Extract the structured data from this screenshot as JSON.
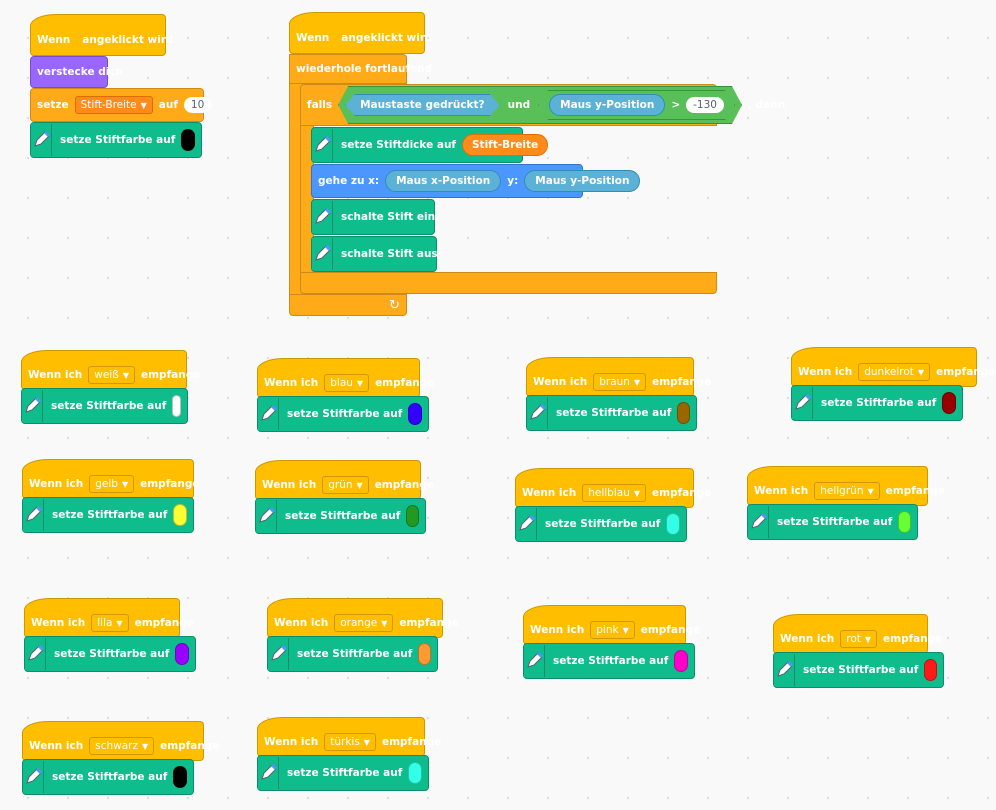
{
  "labels": {
    "when_prefix": "Wenn",
    "flag_clicked": "angeklickt wird",
    "hide": "verstecke dich",
    "set": "setze",
    "to": "auf",
    "set_pen_color": "setze Stiftfarbe auf",
    "forever": "wiederhole fortlaufend",
    "if": "falls",
    "and": "und",
    "then": ", dann",
    "mouse_down": "Maustaste gedrückt?",
    "mouse_y": "Maus y-Position",
    "mouse_x": "Maus x-Position",
    "gt": ">",
    "set_pen_size": "setze Stiftdicke auf",
    "go_to_x": "gehe zu x:",
    "y_label": "y:",
    "pen_down": "schalte Stift ein",
    "pen_up": "schalte Stift aus",
    "when_receive_prefix": "Wenn ich",
    "receive_suffix": "empfange"
  },
  "script1": {
    "variable": "Stift-Breite",
    "value": "10",
    "color": "#000000"
  },
  "script2": {
    "compare_value": "-130",
    "size_reporter": "Stift-Breite"
  },
  "receivers": [
    {
      "message": "weiß",
      "color": "#ffffff"
    },
    {
      "message": "blau",
      "color": "#3300ff"
    },
    {
      "message": "braun",
      "color": "#996600"
    },
    {
      "message": "dunkelrot",
      "color": "#990000"
    },
    {
      "message": "gelb",
      "color": "#ffff33"
    },
    {
      "message": "grün",
      "color": "#229922"
    },
    {
      "message": "hellblau",
      "color": "#33ffe6"
    },
    {
      "message": "hellgrün",
      "color": "#66ff33"
    },
    {
      "message": "lila",
      "color": "#9900ff"
    },
    {
      "message": "orange",
      "color": "#ff9933"
    },
    {
      "message": "pink",
      "color": "#ff00cc"
    },
    {
      "message": "rot",
      "color": "#ff1a1a"
    },
    {
      "message": "schwarz",
      "color": "#000000"
    },
    {
      "message": "türkis",
      "color": "#33ffe6"
    }
  ],
  "icons": {
    "flag": "green-flag-icon",
    "pen": "pen-icon",
    "dropdown": "dropdown-arrow-icon",
    "loop": "loop-arrow-icon"
  }
}
